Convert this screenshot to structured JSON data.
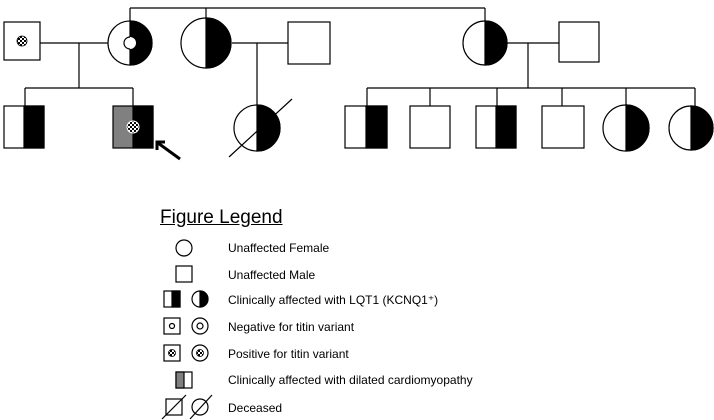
{
  "legend": {
    "title": "Figure Legend",
    "items": [
      {
        "symbol": "unaffected-female",
        "label": "Unaffected Female"
      },
      {
        "symbol": "unaffected-male",
        "label": "Unaffected Male"
      },
      {
        "symbol": "lqt1-affected",
        "label": "Clinically affected with LQT1 (KCNQ1⁺)"
      },
      {
        "symbol": "titin-negative",
        "label": "Negative for titin variant"
      },
      {
        "symbol": "titin-positive",
        "label": "Positive for titin variant"
      },
      {
        "symbol": "dcm-affected",
        "label": "Clinically affected with dilated cardiomyopathy"
      },
      {
        "symbol": "deceased",
        "label": "Deceased"
      }
    ]
  },
  "colors": {
    "line": "#000000",
    "lqt1_fill": "#000000",
    "dcm_fill": "#808080",
    "background": "#ffffff"
  },
  "pedigree": {
    "individuals": [
      {
        "id": "I-1",
        "sex": "male",
        "lqt1": false,
        "titin": "positive",
        "dcm": false,
        "deceased": false,
        "proband": false
      },
      {
        "id": "I-2",
        "sex": "female",
        "lqt1": true,
        "titin": "negative",
        "dcm": false,
        "deceased": false,
        "proband": false
      },
      {
        "id": "I-3",
        "sex": "female",
        "lqt1": true,
        "titin": null,
        "dcm": false,
        "deceased": false,
        "proband": false
      },
      {
        "id": "I-4",
        "sex": "male",
        "lqt1": false,
        "titin": null,
        "dcm": false,
        "deceased": false,
        "proband": false
      },
      {
        "id": "I-5",
        "sex": "female",
        "lqt1": true,
        "titin": null,
        "dcm": false,
        "deceased": false,
        "proband": false
      },
      {
        "id": "I-6",
        "sex": "male",
        "lqt1": false,
        "titin": null,
        "dcm": false,
        "deceased": false,
        "proband": false
      },
      {
        "id": "II-1",
        "sex": "male",
        "lqt1": true,
        "titin": null,
        "dcm": false,
        "deceased": false,
        "proband": false
      },
      {
        "id": "II-2",
        "sex": "male",
        "lqt1": true,
        "titin": "positive",
        "dcm": true,
        "deceased": false,
        "proband": true
      },
      {
        "id": "II-3",
        "sex": "female",
        "lqt1": true,
        "titin": null,
        "dcm": false,
        "deceased": true,
        "proband": false
      },
      {
        "id": "II-4",
        "sex": "male",
        "lqt1": true,
        "titin": null,
        "dcm": false,
        "deceased": false,
        "proband": false
      },
      {
        "id": "II-5",
        "sex": "male",
        "lqt1": false,
        "titin": null,
        "dcm": false,
        "deceased": false,
        "proband": false
      },
      {
        "id": "II-6",
        "sex": "male",
        "lqt1": true,
        "titin": null,
        "dcm": false,
        "deceased": false,
        "proband": false
      },
      {
        "id": "II-7",
        "sex": "male",
        "lqt1": false,
        "titin": null,
        "dcm": false,
        "deceased": false,
        "proband": false
      },
      {
        "id": "II-8",
        "sex": "female",
        "lqt1": true,
        "titin": null,
        "dcm": false,
        "deceased": false,
        "proband": false
      },
      {
        "id": "II-9",
        "sex": "female",
        "lqt1": true,
        "titin": null,
        "dcm": false,
        "deceased": false,
        "proband": false
      }
    ]
  }
}
